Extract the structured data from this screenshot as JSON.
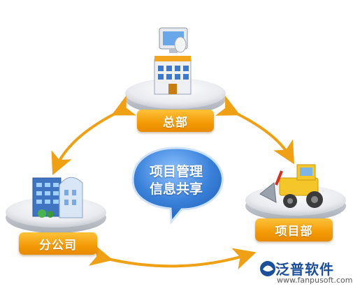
{
  "nodes": {
    "hq": {
      "label": "总部"
    },
    "branch": {
      "label": "分公司"
    },
    "project": {
      "label": "项目部"
    }
  },
  "center": {
    "line1": "项目管理",
    "line2": "信息共享"
  },
  "brand": {
    "name": "泛普软件",
    "url": "www.fanpusoft.com"
  },
  "colors": {
    "accent": "#f39a05",
    "bubble": "#2f74d0",
    "brand": "#1b4f9c"
  }
}
